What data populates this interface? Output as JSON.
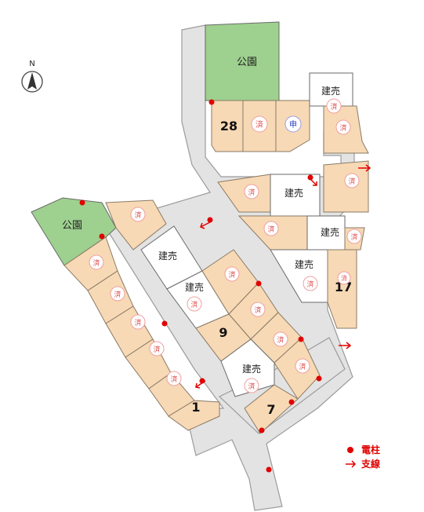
{
  "compass": {
    "north_label": "N"
  },
  "park_label": "公園",
  "sold_mark": "済",
  "applied_mark": "申",
  "for_sale_label": "建売",
  "lot_numbers": {
    "n28": "28",
    "n17": "17",
    "n9": "9",
    "n7": "7",
    "n1": "1"
  },
  "legend": {
    "pole_label": "電柱",
    "branch_label": "支線"
  },
  "colors": {
    "sold_lot": "#f7d9b5",
    "park": "#9ed08f",
    "pole": "#e00000",
    "road": "#e3e3e3"
  }
}
